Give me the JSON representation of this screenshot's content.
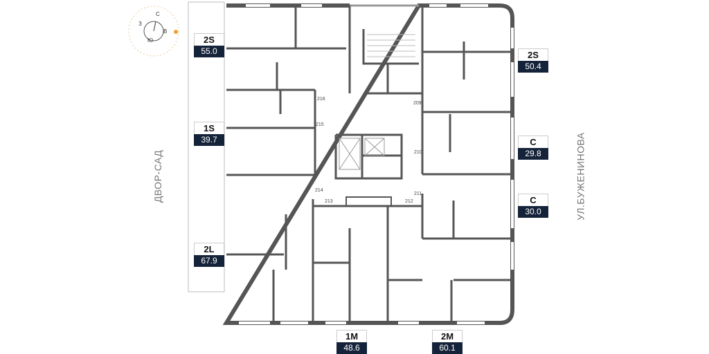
{
  "compass": {
    "north": "С",
    "south": "Ю",
    "east": "В",
    "west": "З"
  },
  "side_labels": {
    "left": "ДВОР-САД",
    "right": "УЛ.БУЖЕНИНОВА"
  },
  "units": [
    {
      "type": "2S",
      "area": "55.0"
    },
    {
      "type": "1S",
      "area": "39.7"
    },
    {
      "type": "2L",
      "area": "67.9"
    },
    {
      "type": "2S",
      "area": "50.4"
    },
    {
      "type": "C",
      "area": "29.8"
    },
    {
      "type": "C",
      "area": "30.0"
    },
    {
      "type": "1M",
      "area": "48.6"
    },
    {
      "type": "2M",
      "area": "60.1"
    }
  ],
  "doors": [
    "216",
    "215",
    "214",
    "213",
    "212",
    "211",
    "210",
    "209"
  ],
  "colors": {
    "wall": "#555555",
    "label_bg": "#15233a",
    "sun": "#f0a030"
  }
}
